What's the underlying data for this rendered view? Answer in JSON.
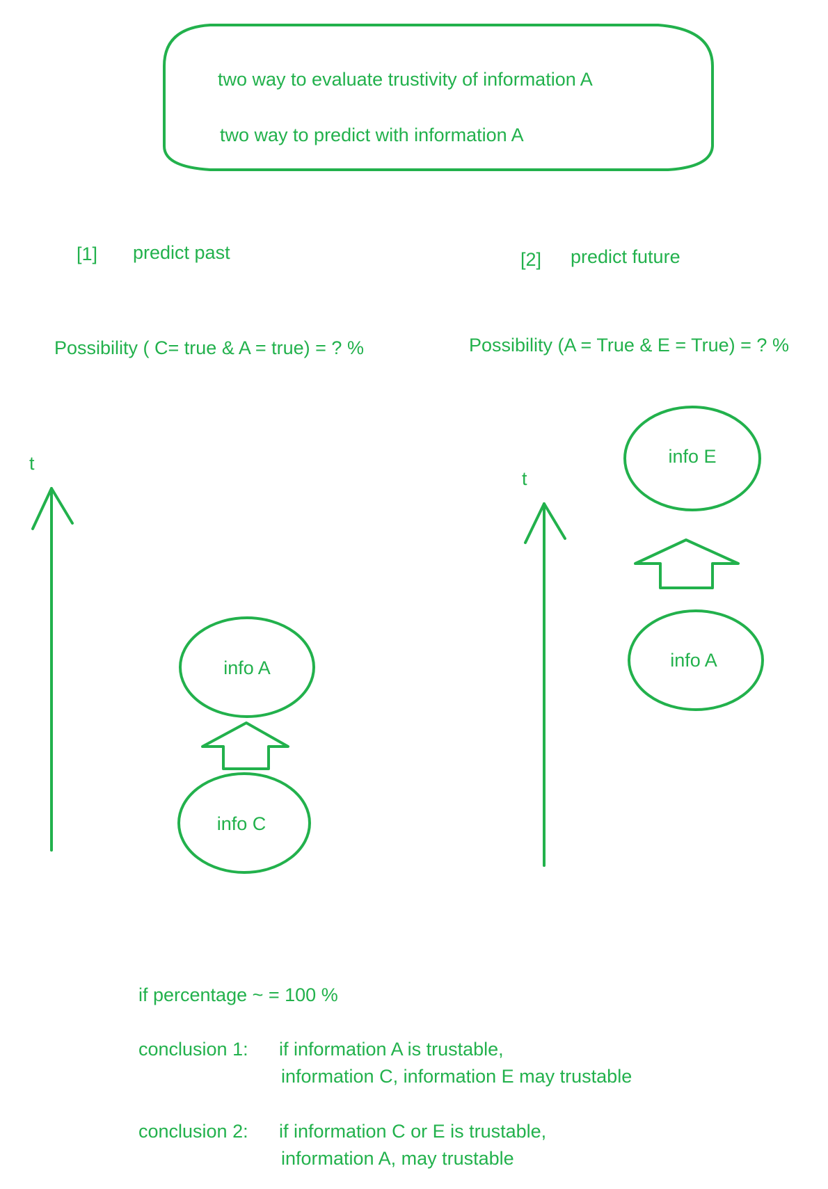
{
  "colors": {
    "ink": "#22b14c",
    "background": "#ffffff"
  },
  "header": {
    "line1": "two way to evaluate trustivity of information A",
    "line2": "two way to predict with information A"
  },
  "section1": {
    "number": "[1]",
    "title": "predict past",
    "formula": "Possibility ( C= true & A = true) = ?  %",
    "axis_label": "t",
    "node_top": "info A",
    "node_bottom": "info C"
  },
  "section2": {
    "number": "[2]",
    "title": "predict future",
    "formula": "Possibility (A = True & E = True) = ? %",
    "axis_label": "t",
    "node_top": "info E",
    "node_bottom": "info A"
  },
  "conclusions": {
    "condition": "if percentage ~ = 100 %",
    "c1_label": "conclusion 1:",
    "c1_line1": "if information A is trustable,",
    "c1_line2": "information C, information E may trustable",
    "c2_label": "conclusion 2:",
    "c2_line1": "if information C or E is trustable,",
    "c2_line2": "information A, may trustable"
  }
}
